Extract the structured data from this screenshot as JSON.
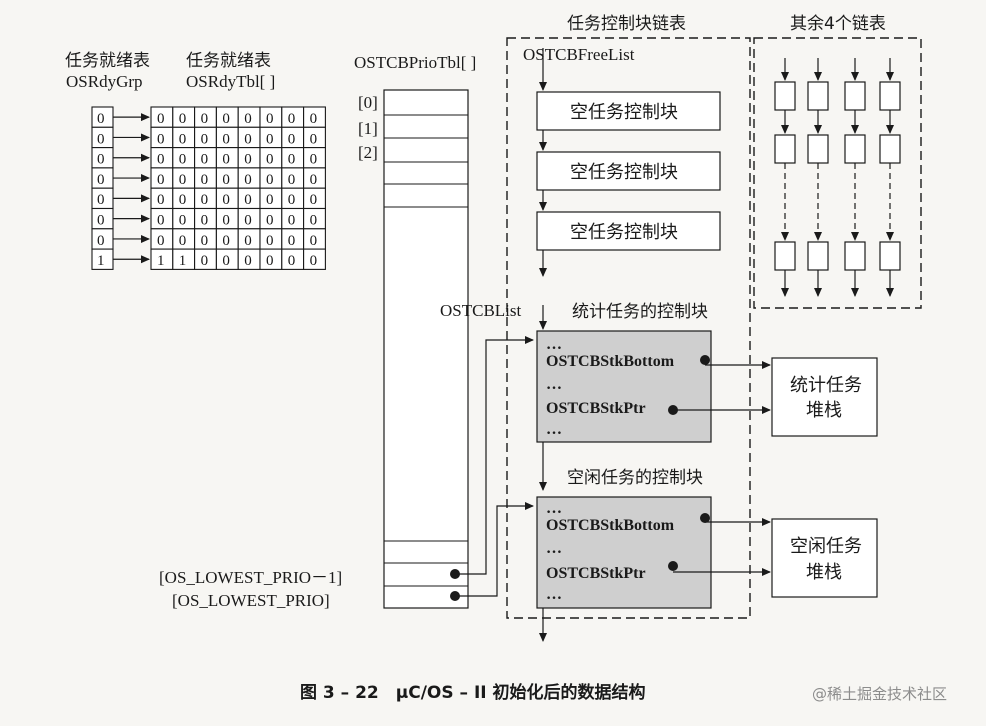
{
  "labels": {
    "ready_grp_title": "任务就绪表",
    "ready_grp_name": "OSRdyGrp",
    "ready_tbl_title": "任务就绪表",
    "ready_tbl_name": "OSRdyTbl[ ]",
    "prio_tbl_name": "OSTCBPrioTbl[ ]",
    "prio_index_0": "[0]",
    "prio_index_1": "[1]",
    "prio_index_2": "[2]",
    "lowest_minus_1": "[OS_LOWEST_PRIO－1]",
    "lowest": "[OS_LOWEST_PRIO]",
    "tcb_chain_title": "任务控制块链表",
    "other_lists_title": "其余4个链表",
    "free_list": "OSTCBFreeList",
    "tcb_list": "OSTCBList",
    "stat_tcb_title": "统计任务的控制块",
    "idle_tcb_title": "空闲任务的控制块",
    "empty_tcb": "空任务控制块",
    "stk_bottom": "OSTCBStkBottom",
    "stk_ptr": "OSTCBStkPtr",
    "ellipsis": "…",
    "stat_stack_line1": "统计任务",
    "stat_stack_line2": "堆栈",
    "idle_stack_line1": "空闲任务",
    "idle_stack_line2": "堆栈"
  },
  "ready_grp_bits": [
    "0",
    "0",
    "0",
    "0",
    "0",
    "0",
    "0",
    "1"
  ],
  "ready_tbl_rows": [
    [
      "0",
      "0",
      "0",
      "0",
      "0",
      "0",
      "0",
      "0"
    ],
    [
      "0",
      "0",
      "0",
      "0",
      "0",
      "0",
      "0",
      "0"
    ],
    [
      "0",
      "0",
      "0",
      "0",
      "0",
      "0",
      "0",
      "0"
    ],
    [
      "0",
      "0",
      "0",
      "0",
      "0",
      "0",
      "0",
      "0"
    ],
    [
      "0",
      "0",
      "0",
      "0",
      "0",
      "0",
      "0",
      "0"
    ],
    [
      "0",
      "0",
      "0",
      "0",
      "0",
      "0",
      "0",
      "0"
    ],
    [
      "0",
      "0",
      "0",
      "0",
      "0",
      "0",
      "0",
      "0"
    ],
    [
      "1",
      "1",
      "0",
      "0",
      "0",
      "0",
      "0",
      "0"
    ]
  ],
  "caption": "图 3 – 22　μC/OS – II 初始化后的数据结构",
  "watermark": "@稀土掘金技术社区",
  "colors": {
    "tcb_fill": "#cfcfcf",
    "box_fill": "#ffffff",
    "line": "#1a1a1a",
    "background": "#f7f6f3"
  }
}
